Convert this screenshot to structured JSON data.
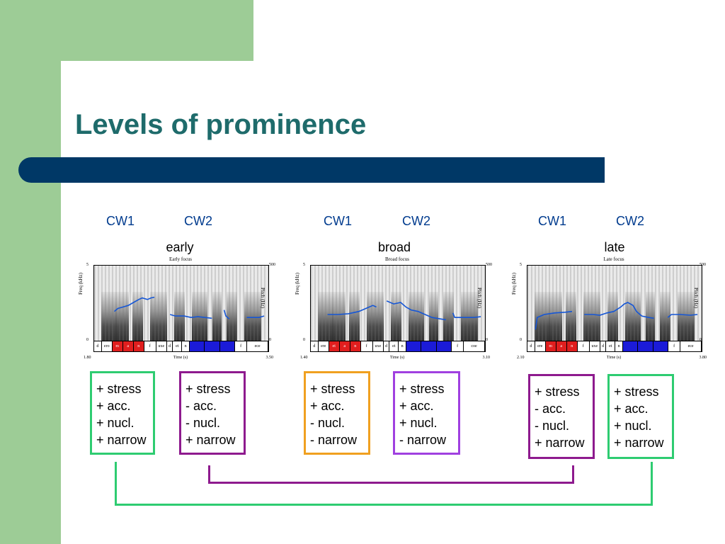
{
  "slide": {
    "title": "Levels of prominence"
  },
  "panels": [
    {
      "cw1": "CW1",
      "cw2": "CW2",
      "condition": "early",
      "plot_title": "Early focus",
      "y_left_label": "Freq (kHz)",
      "y_left_max": "5",
      "y_left_min": "0",
      "y_right_label": "Pitch (Hz)",
      "y_right_max": "500",
      "y_right_min": "0",
      "x_label": "Time (s)",
      "x_min": "1.80",
      "x_max": "3.50",
      "segments": [
        {
          "label": "d",
          "highlight": "none"
        },
        {
          "label": "ero",
          "highlight": "none"
        },
        {
          "label": "m",
          "highlight": "red"
        },
        {
          "label": "a",
          "highlight": "red"
        },
        {
          "label": "n",
          "highlight": "red"
        },
        {
          "label": "f",
          "highlight": "none"
        },
        {
          "label": "uxe",
          "highlight": "none"
        },
        {
          "label": "d",
          "highlight": "none"
        },
        {
          "label": "et",
          "highlight": "none"
        },
        {
          "label": "n",
          "highlight": "none"
        },
        {
          "label": "",
          "highlight": "blue"
        },
        {
          "label": "",
          "highlight": "blue"
        },
        {
          "label": "",
          "highlight": "blue"
        },
        {
          "label": "f",
          "highlight": "none"
        },
        {
          "label": "ece",
          "highlight": "none"
        }
      ],
      "pitch": [
        [
          0.12,
          0.62
        ],
        [
          0.14,
          0.58
        ],
        [
          0.17,
          0.56
        ],
        [
          0.2,
          0.54
        ],
        [
          0.23,
          0.5
        ],
        [
          0.26,
          0.46
        ],
        [
          0.28,
          0.44
        ],
        [
          0.31,
          0.46
        ],
        [
          0.33,
          0.44
        ],
        [
          0.35,
          0.43
        ],
        null,
        [
          0.44,
          0.66
        ],
        [
          0.47,
          0.68
        ],
        [
          0.52,
          0.68
        ],
        [
          0.56,
          0.7
        ],
        [
          0.6,
          0.69
        ],
        [
          0.64,
          0.7
        ],
        [
          0.68,
          0.71
        ],
        null,
        [
          0.75,
          0.6
        ],
        [
          0.76,
          0.68
        ],
        [
          0.78,
          0.72
        ],
        null,
        [
          0.88,
          0.7
        ],
        [
          0.95,
          0.7
        ],
        [
          0.98,
          0.68
        ]
      ],
      "boxes": [
        {
          "lines": [
            "+ stress",
            "+ acc.",
            "+ nucl.",
            "+ narrow"
          ],
          "color": "#2ecc71"
        },
        {
          "lines": [
            "+ stress",
            "- acc.",
            "- nucl.",
            "+ narrow"
          ],
          "color": "#8e1a8e"
        }
      ]
    },
    {
      "cw1": "CW1",
      "cw2": "CW2",
      "condition": "broad",
      "plot_title": "Broad focus",
      "y_left_label": "Freq (kHz)",
      "y_left_max": "5",
      "y_left_min": "0",
      "y_right_label": "Pitch (Hz)",
      "y_right_max": "500",
      "y_right_min": "0",
      "x_label": "Time (s)",
      "x_min": "1.40",
      "x_max": "3.10",
      "segments": [
        {
          "label": "d",
          "highlight": "none"
        },
        {
          "label": "ere",
          "highlight": "none"
        },
        {
          "label": "et",
          "highlight": "red"
        },
        {
          "label": "a",
          "highlight": "red"
        },
        {
          "label": "n",
          "highlight": "red"
        },
        {
          "label": "f",
          "highlight": "none"
        },
        {
          "label": "uxe",
          "highlight": "none"
        },
        {
          "label": "d",
          "highlight": "none"
        },
        {
          "label": "et",
          "highlight": "none"
        },
        {
          "label": "n",
          "highlight": "none"
        },
        {
          "label": "",
          "highlight": "blue"
        },
        {
          "label": "",
          "highlight": "blue"
        },
        {
          "label": "",
          "highlight": "blue"
        },
        {
          "label": "f",
          "highlight": "none"
        },
        {
          "label": "coe",
          "highlight": "none"
        }
      ],
      "pitch": [
        [
          0.1,
          0.66
        ],
        [
          0.16,
          0.66
        ],
        [
          0.22,
          0.65
        ],
        [
          0.28,
          0.62
        ],
        [
          0.32,
          0.58
        ],
        [
          0.36,
          0.54
        ],
        [
          0.38,
          0.56
        ],
        null,
        [
          0.44,
          0.48
        ],
        [
          0.48,
          0.52
        ],
        [
          0.52,
          0.5
        ],
        [
          0.55,
          0.56
        ],
        [
          0.58,
          0.6
        ],
        [
          0.62,
          0.62
        ],
        [
          0.66,
          0.66
        ],
        [
          0.7,
          0.7
        ],
        [
          0.75,
          0.72
        ],
        [
          0.78,
          0.73
        ],
        null,
        [
          0.82,
          0.64
        ],
        [
          0.83,
          0.7
        ],
        [
          0.88,
          0.7
        ],
        [
          0.94,
          0.7
        ],
        [
          0.98,
          0.69
        ]
      ],
      "boxes": [
        {
          "lines": [
            "+ stress",
            "+ acc.",
            "- nucl.",
            "- narrow"
          ],
          "color": "#f0a020"
        },
        {
          "lines": [
            "+ stress",
            "+ acc.",
            "+ nucl.",
            "- narrow"
          ],
          "color": "#a040e0"
        }
      ]
    },
    {
      "cw1": "CW1",
      "cw2": "CW2",
      "condition": "late",
      "plot_title": "Late focus",
      "y_left_label": "Freq (kHz)",
      "y_left_max": "5",
      "y_left_min": "0",
      "y_right_label": "Pitch (Hz)",
      "y_right_max": "500",
      "y_right_min": "0",
      "x_label": "Time (s)",
      "x_min": "2.10",
      "x_max": "3.80",
      "segments": [
        {
          "label": "d",
          "highlight": "none"
        },
        {
          "label": "ere",
          "highlight": "none"
        },
        {
          "label": "m",
          "highlight": "red"
        },
        {
          "label": "a",
          "highlight": "red"
        },
        {
          "label": "n",
          "highlight": "red"
        },
        {
          "label": "f",
          "highlight": "none"
        },
        {
          "label": "uxe",
          "highlight": "none"
        },
        {
          "label": "d",
          "highlight": "none"
        },
        {
          "label": "et",
          "highlight": "none"
        },
        {
          "label": "n",
          "highlight": "none"
        },
        {
          "label": "",
          "highlight": "blue"
        },
        {
          "label": "",
          "highlight": "blue"
        },
        {
          "label": "",
          "highlight": "blue"
        },
        {
          "label": "f",
          "highlight": "none"
        },
        {
          "label": "ece",
          "highlight": "none"
        }
      ],
      "pitch": [
        [
          0.05,
          0.86
        ],
        [
          0.06,
          0.7
        ],
        [
          0.1,
          0.66
        ],
        [
          0.16,
          0.64
        ],
        [
          0.22,
          0.63
        ],
        [
          0.26,
          0.62
        ],
        null,
        [
          0.33,
          0.66
        ],
        [
          0.38,
          0.66
        ],
        [
          0.42,
          0.67
        ],
        [
          0.46,
          0.64
        ],
        [
          0.5,
          0.62
        ],
        [
          0.54,
          0.56
        ],
        [
          0.56,
          0.52
        ],
        [
          0.58,
          0.5
        ],
        [
          0.61,
          0.54
        ],
        [
          0.63,
          0.62
        ],
        [
          0.66,
          0.68
        ],
        [
          0.7,
          0.7
        ],
        [
          0.73,
          0.71
        ],
        null,
        [
          0.81,
          0.7
        ],
        [
          0.83,
          0.66
        ],
        [
          0.88,
          0.66
        ],
        [
          0.94,
          0.67
        ],
        [
          0.98,
          0.66
        ]
      ],
      "boxes": [
        {
          "lines": [
            "+ stress",
            "- acc.",
            "- nucl.",
            "+ narrow"
          ],
          "color": "#8e1a8e"
        },
        {
          "lines": [
            "+ stress",
            "+ acc.",
            "+ nucl.",
            "+ narrow"
          ],
          "color": "#2ecc71"
        }
      ]
    }
  ],
  "connectors": [
    {
      "from": "early-cw2",
      "to": "late-cw1",
      "color": "#8e1a8e"
    },
    {
      "from": "early-cw1",
      "to": "late-cw2",
      "color": "#2ecc71"
    }
  ]
}
